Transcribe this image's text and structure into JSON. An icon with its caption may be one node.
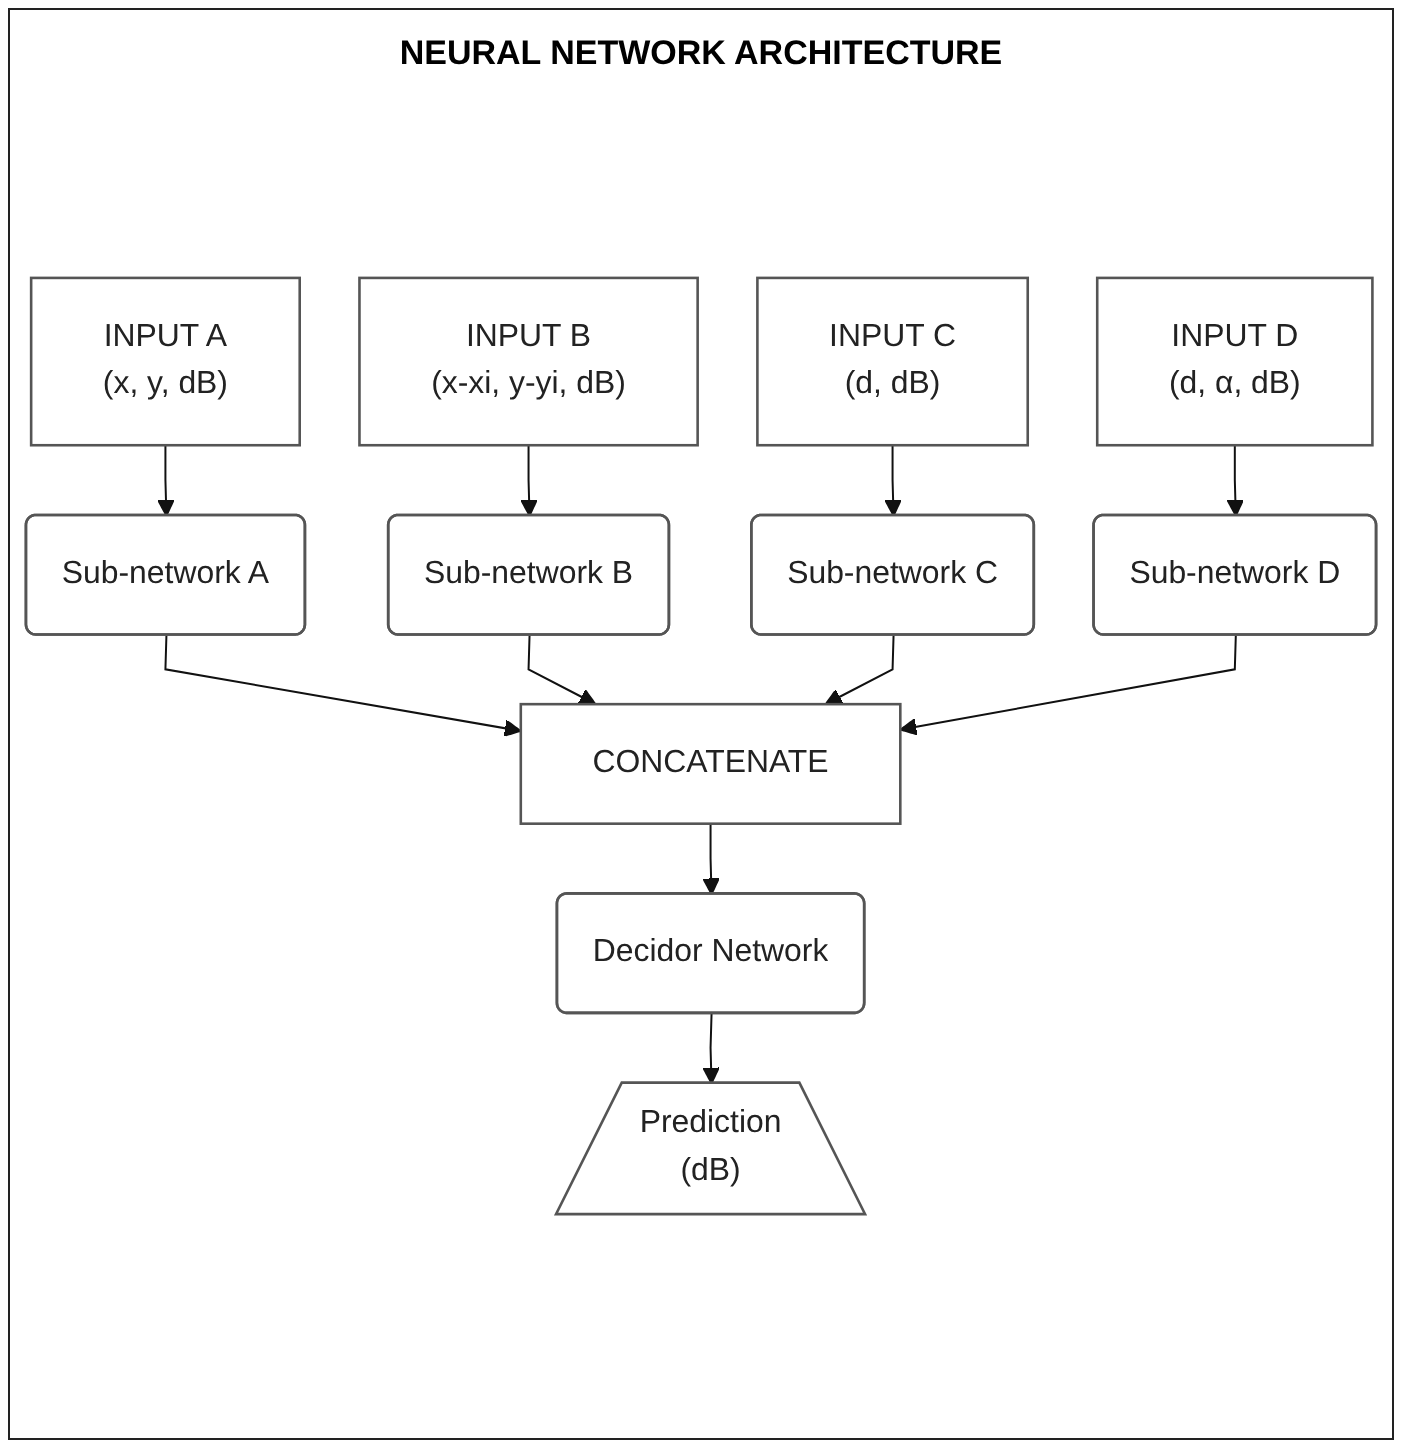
{
  "diagram": {
    "title": "NEURAL NETWORK ARCHITECTURE",
    "nodes": [
      {
        "text": [
          "INPUT A",
          "(x, y, dB)"
        ]
      },
      {
        "text": [
          "INPUT B",
          "(x-xi, y-yi, dB)"
        ]
      },
      {
        "text": [
          "INPUT C",
          "(d, dB)"
        ]
      },
      {
        "text": [
          "INPUT D",
          "(d, α, dB)"
        ]
      },
      {
        "text": [
          "Sub-network A"
        ]
      },
      {
        "text": [
          "Sub-network B"
        ]
      },
      {
        "text": [
          "Sub-network C"
        ]
      },
      {
        "text": [
          "Sub-network D"
        ]
      },
      {
        "text": [
          "CONCATENATE"
        ]
      },
      {
        "text": [
          "Decidor Network"
        ]
      },
      {
        "text": [
          "Prediction",
          "(dB)"
        ]
      }
    ],
    "edges": [
      {
        "from": 0,
        "to": 4,
        "arrow": "to"
      },
      {
        "from": 1,
        "to": 5,
        "arrow": "to"
      },
      {
        "from": 2,
        "to": 6,
        "arrow": "to"
      },
      {
        "from": 3,
        "to": 7,
        "arrow": "to"
      },
      {
        "from": 4,
        "to": 8,
        "arrow": "to"
      },
      {
        "from": 5,
        "to": 8,
        "arrow": "to"
      },
      {
        "from": 6,
        "to": 8,
        "arrow": "to"
      },
      {
        "from": 7,
        "to": 8,
        "arrow": "to"
      },
      {
        "from": 8,
        "to": 9,
        "arrow": "to"
      },
      {
        "from": 9,
        "to": 10,
        "arrow": "to"
      }
    ]
  }
}
